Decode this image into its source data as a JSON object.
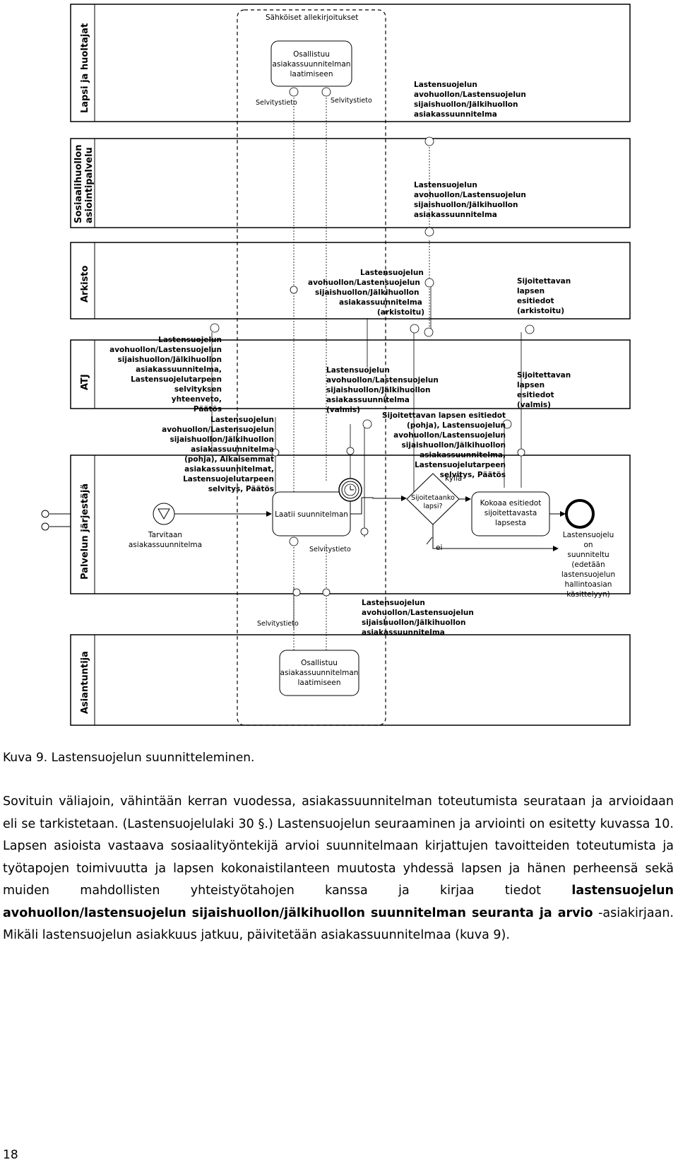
{
  "diagram": {
    "lanes": {
      "lapsi": "Lapsi ja huoltajat",
      "sosiaalihuolto_1": "Sosiaalihuollon",
      "sosiaalihuolto_2": "asiointipalvelu",
      "arkisto": "Arkisto",
      "atj": "ATJ",
      "palvelun": "Palvelun järjestäjä",
      "asiantuntija": "Asiantuntija"
    },
    "group_title": "Sähköiset allekirjoitukset",
    "task_osallistuu_top": [
      "Osallistuu",
      "asiakassuunnitelman",
      "laatimiseen"
    ],
    "task_osallistuu_bottom": [
      "Osallistuu",
      "asiakassuunnitelman",
      "laatimiseen"
    ],
    "task_laatii": "Laatii suunnitelman",
    "task_kokoaa": [
      "Kokoaa esitiedot",
      "sijoitettavasta",
      "lapsesta"
    ],
    "gateway": [
      "Sijoitetaanko",
      "lapsi?"
    ],
    "gateway_yes": "kyllä",
    "gateway_no": "ei",
    "start_event": [
      "Tarvitaan",
      "asiakassuunnitelma"
    ],
    "end_event": [
      "Lastensuojelu",
      "on",
      "suunniteltu",
      "(edetään",
      "lastensuojelun",
      "hallintoasian",
      "käsittelyyn)"
    ],
    "selvitystieto_1": "Selvitystieto",
    "selvitystieto_2": "Selvitystieto",
    "selvitystieto_3": "Selvitystieto",
    "selvitystieto_4": "Selvitystieto",
    "do_lapsi": [
      "Lastensuojelun",
      "avohuollon/Lastensuojelun",
      "sijaishuollon/Jälkihuollon",
      "asiakassuunnitelma"
    ],
    "do_sosiaali": [
      "Lastensuojelun",
      "avohuollon/Lastensuojelun",
      "sijaishuollon/Jälkihuollon",
      "asiakassuunnitelma"
    ],
    "do_arkisto_suunnitelma": [
      "Lastensuojelun",
      "avohuollon/Lastensuojelun",
      "sijaishuollon/Jälkihuollon",
      "asiakassuunnitelma",
      "(arkistoitu)"
    ],
    "do_arkisto_esitiedot": [
      "Sijoitettavan",
      "lapsen",
      "esitiedot",
      "(arkistoitu)"
    ],
    "do_atj_left": [
      "Lastensuojelun",
      "avohuollon/Lastensuojelun",
      "sijaishuollon/Jälkihuollon",
      "asiakassuunnitelma,",
      "Lastensuojelutarpeen",
      "selvityksen",
      "yhteenveto,",
      "Päätös"
    ],
    "do_atj_left2": [
      "Lastensuojelun",
      "avohuollon/Lastensuojelun",
      "sijaishuollon/Jälkihuollon",
      "asiakassuunnitelma",
      "(pohja), Aikaisemmat",
      "asiakassuunnitelmat,",
      "Lastensuojelutarpeen",
      "selvitys, Päätös"
    ],
    "do_atj_valmis": [
      "Lastensuojelun",
      "avohuollon/Lastensuojelun",
      "sijaishuollon/Jälkihuollon",
      "asiakassuunnitelma",
      "(valmis)"
    ],
    "do_atj_esitiedot_pohja": [
      "Sijoitettavan lapsen esitiedot",
      "(pohja), Lastensuojelun",
      "avohuollon/Lastensuojelun",
      "sijaishuollon/Jälkihuollon",
      "asiakassuunnitelma,",
      "Lastensuojelutarpeen",
      "selvitys, Päätös"
    ],
    "do_atj_esitiedot_valmis": [
      "Sijoitettavan",
      "lapsen",
      "esitiedot",
      "(valmis)"
    ],
    "do_bottom": [
      "Lastensuojelun",
      "avohuollon/Lastensuojelun",
      "sijaishuollon/Jälkihuollon",
      "asiakassuunnitelma"
    ]
  },
  "caption": "Kuva 9. Lastensuojelun suunnitteleminen.",
  "paragraph": {
    "part1": "Sovituin väliajoin, vähintään kerran vuodessa, asiakassuunnitelman toteutumista seurataan ja arvioidaan eli se tarkistetaan. (Lastensuojelulaki 30 §.) Lastensuojelun seuraaminen ja arviointi on esitetty kuvassa 10. Lapsen asioista vastaava sosiaalityöntekijä arvioi suunnitelmaan kirjattujen tavoitteiden toteutumista ja työtapojen toimivuutta ja lapsen kokonaistilanteen muutosta yhdessä lapsen ja hänen perheensä sekä muiden mahdollisten yhteistyötahojen kanssa ja kirjaa tiedot ",
    "bold": "lastensuojelun avohuollon/lastensuojelun sijaishuollon/jälkihuollon suunnitelman seuranta ja arvio",
    "part2": " -asiakirjaan. Mikäli lastensuojelun asiakkuus jatkuu, päivitetään asiakassuunnitelmaa (kuva 9)."
  },
  "page_number": "18"
}
